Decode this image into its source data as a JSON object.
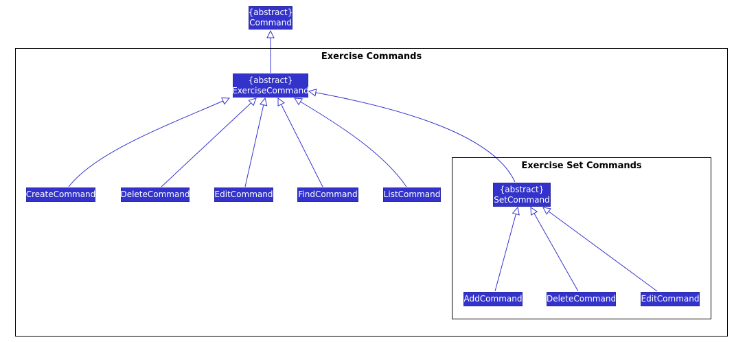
{
  "colors": {
    "class_fill": "#3333cc",
    "class_text": "#ffffff",
    "edge": "#3333cc",
    "frame": "#000000"
  },
  "packages": {
    "exercise": {
      "title": "Exercise Commands"
    },
    "set": {
      "title": "Exercise Set Commands"
    }
  },
  "classes": {
    "command": {
      "stereotype": "{abstract}",
      "name": "Command"
    },
    "exercise_command": {
      "stereotype": "{abstract}",
      "name": "ExerciseCommand"
    },
    "create": {
      "name": "CreateCommand"
    },
    "delete": {
      "name": "DeleteCommand"
    },
    "edit": {
      "name": "EditCommand"
    },
    "find": {
      "name": "FindCommand"
    },
    "list": {
      "name": "ListCommand"
    },
    "set_command": {
      "stereotype": "{abstract}",
      "name": "SetCommand"
    },
    "add": {
      "name": "AddCommand"
    },
    "set_delete": {
      "name": "DeleteCommand"
    },
    "set_edit": {
      "name": "EditCommand"
    }
  },
  "relations": [
    {
      "from": "exercise_command",
      "to": "command",
      "kind": "generalization"
    },
    {
      "from": "create",
      "to": "exercise_command",
      "kind": "generalization"
    },
    {
      "from": "delete",
      "to": "exercise_command",
      "kind": "generalization"
    },
    {
      "from": "edit",
      "to": "exercise_command",
      "kind": "generalization"
    },
    {
      "from": "find",
      "to": "exercise_command",
      "kind": "generalization"
    },
    {
      "from": "list",
      "to": "exercise_command",
      "kind": "generalization"
    },
    {
      "from": "set_command",
      "to": "exercise_command",
      "kind": "generalization"
    },
    {
      "from": "add",
      "to": "set_command",
      "kind": "generalization"
    },
    {
      "from": "set_delete",
      "to": "set_command",
      "kind": "generalization"
    },
    {
      "from": "set_edit",
      "to": "set_command",
      "kind": "generalization"
    }
  ]
}
